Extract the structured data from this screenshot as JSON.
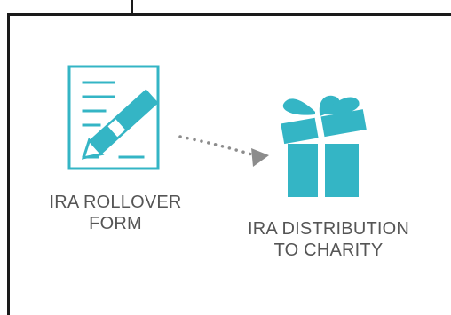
{
  "nodes": [
    {
      "icon": "form-with-pen-icon",
      "label_lines": [
        "IRA ROLLOVER",
        "FORM"
      ]
    },
    {
      "icon": "gift-icon",
      "label_lines": [
        "IRA DISTRIBUTION",
        "TO CHARITY"
      ]
    }
  ],
  "edges": [
    {
      "from": "IRA ROLLOVER FORM",
      "to": "IRA DISTRIBUTION TO CHARITY",
      "style": "dotted-arrow"
    }
  ],
  "colors": {
    "accent": "#34b5c5",
    "arrow": "#8c8c8c",
    "label_text": "#555555",
    "frame": "#1a1a1a",
    "background": "#ffffff"
  }
}
